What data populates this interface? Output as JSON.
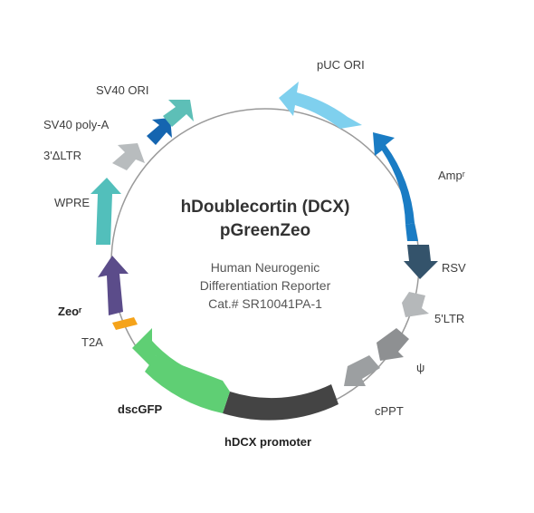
{
  "plasmid": {
    "title_line1": "hDoublecortin (DCX)",
    "title_line2": "pGreenZeo",
    "subtitle_line1": "Human Neurogenic",
    "subtitle_line2": "Differentiation Reporter",
    "catalog": "Cat.# SR10041PA-1"
  },
  "features": [
    {
      "id": "puc-ori",
      "label": "pUC ORI",
      "color": "#7fd0ee",
      "bold": false
    },
    {
      "id": "amp",
      "label": "Ampʳ",
      "color": "#1a7cc4",
      "bold": false
    },
    {
      "id": "rsv",
      "label": "RSV",
      "color": "#34536b",
      "bold": false
    },
    {
      "id": "5ltr",
      "label": "5'LTR",
      "color": "#b5b8ba",
      "bold": false
    },
    {
      "id": "psi",
      "label": "ψ",
      "color": "#8e9092",
      "bold": false
    },
    {
      "id": "cppt",
      "label": "cPPT",
      "color": "#9c9fa1",
      "bold": false
    },
    {
      "id": "hdcx-promoter",
      "label": "hDCX promoter",
      "color": "#444444",
      "bold": true
    },
    {
      "id": "dscgfp",
      "label": "dscGFP",
      "color": "#5fcf74",
      "bold": true
    },
    {
      "id": "t2a",
      "label": "T2A",
      "color": "#f5a31a",
      "bold": false
    },
    {
      "id": "zeo",
      "label": "Zeoʳ",
      "color": "#5b4c8a",
      "bold": true
    },
    {
      "id": "wpre",
      "label": "WPRE",
      "color": "#52bfbb",
      "bold": false
    },
    {
      "id": "3dltr",
      "label": "3'ΔLTR",
      "color": "#b8bcbe",
      "bold": false
    },
    {
      "id": "sv40-polya",
      "label": "SV40 poly-A",
      "color": "#1565b0",
      "bold": false
    },
    {
      "id": "sv40-ori",
      "label": "SV40 ORI",
      "color": "#5dbfb7",
      "bold": false
    }
  ]
}
